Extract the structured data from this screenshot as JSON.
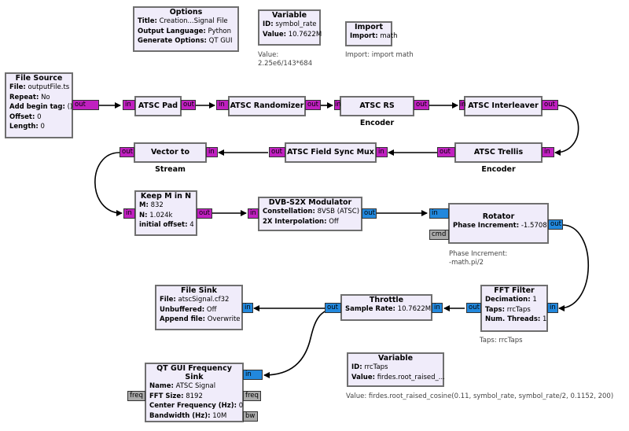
{
  "blocks": {
    "options": {
      "title": "Options",
      "params": [
        {
          "k": "Title:",
          "v": "Creation...Signal File"
        },
        {
          "k": "Output Language:",
          "v": "Python"
        },
        {
          "k": "Generate Options:",
          "v": "QT GUI"
        }
      ]
    },
    "var1": {
      "title": "Variable",
      "params": [
        {
          "k": "ID:",
          "v": "symbol_rate"
        },
        {
          "k": "Value:",
          "v": "10.7622M"
        }
      ],
      "note": "Value:\n2.25e6/143*684"
    },
    "import": {
      "title": "Import",
      "params": [
        {
          "k": "Import:",
          "v": "math"
        }
      ],
      "note": "Import: import math"
    },
    "filesrc": {
      "title": "File Source",
      "params": [
        {
          "k": "File:",
          "v": "outputFile.ts"
        },
        {
          "k": "Repeat:",
          "v": "No"
        },
        {
          "k": "Add begin tag:",
          "v": "()"
        },
        {
          "k": "Offset:",
          "v": "0"
        },
        {
          "k": "Length:",
          "v": "0"
        }
      ]
    },
    "pad": {
      "title": "ATSC Pad"
    },
    "rand": {
      "title": "ATSC Randomizer"
    },
    "rs": {
      "title": "ATSC RS Encoder"
    },
    "inter": {
      "title": "ATSC Interleaver"
    },
    "trellis": {
      "title": "ATSC Trellis Encoder"
    },
    "fsm": {
      "title": "ATSC Field Sync Mux"
    },
    "v2s": {
      "title": "Vector to Stream"
    },
    "keepm": {
      "title": "Keep M in N",
      "params": [
        {
          "k": "M:",
          "v": "832"
        },
        {
          "k": "N:",
          "v": "1.024k"
        },
        {
          "k": "initial offset:",
          "v": "4"
        }
      ]
    },
    "dvb": {
      "title": "DVB-S2X Modulator",
      "params": [
        {
          "k": "Constellation:",
          "v": "8VSB (ATSC)"
        },
        {
          "k": "2X Interpolation:",
          "v": "Off"
        }
      ]
    },
    "rot": {
      "title": "Rotator",
      "params": [
        {
          "k": "Phase Increment:",
          "v": "-1.5708"
        }
      ],
      "note": "Phase Increment:\n-math.pi/2"
    },
    "fft": {
      "title": "FFT Filter",
      "params": [
        {
          "k": "Decimation:",
          "v": "1"
        },
        {
          "k": "Taps:",
          "v": "rrcTaps"
        },
        {
          "k": "Num. Threads:",
          "v": "1"
        }
      ],
      "note": "Taps: rrcTaps"
    },
    "throttle": {
      "title": "Throttle",
      "params": [
        {
          "k": "Sample Rate:",
          "v": "10.7622M"
        }
      ]
    },
    "filesink": {
      "title": "File Sink",
      "params": [
        {
          "k": "File:",
          "v": "atscSignal.cf32"
        },
        {
          "k": "Unbuffered:",
          "v": "Off"
        },
        {
          "k": "Append file:",
          "v": "Overwrite"
        }
      ]
    },
    "var2": {
      "title": "Variable",
      "params": [
        {
          "k": "ID:",
          "v": "rrcTaps"
        },
        {
          "k": "Value:",
          "v": "firdes.root_raised_..."
        }
      ],
      "note": "Value: firdes.root_raised_cosine(0.11, symbol_rate, symbol_rate/2, 0.1152, 200)"
    },
    "qtfreq": {
      "title": "QT GUI Frequency Sink",
      "params": [
        {
          "k": "Name:",
          "v": "ATSC Signal"
        },
        {
          "k": "FFT Size:",
          "v": "8192"
        },
        {
          "k": "Center Frequency (Hz):",
          "v": "0"
        },
        {
          "k": "Bandwidth (Hz):",
          "v": "10M"
        }
      ]
    }
  },
  "ports": {
    "in": "in",
    "out": "out",
    "cmd": "cmd",
    "freq": "freq",
    "bw": "bw"
  },
  "colors": {
    "byte_port": "#c020c0",
    "complex_port": "#2288dd",
    "message_port": "#aaaaaa",
    "block_fill": "#f0ecfa",
    "wire": "#000000"
  }
}
